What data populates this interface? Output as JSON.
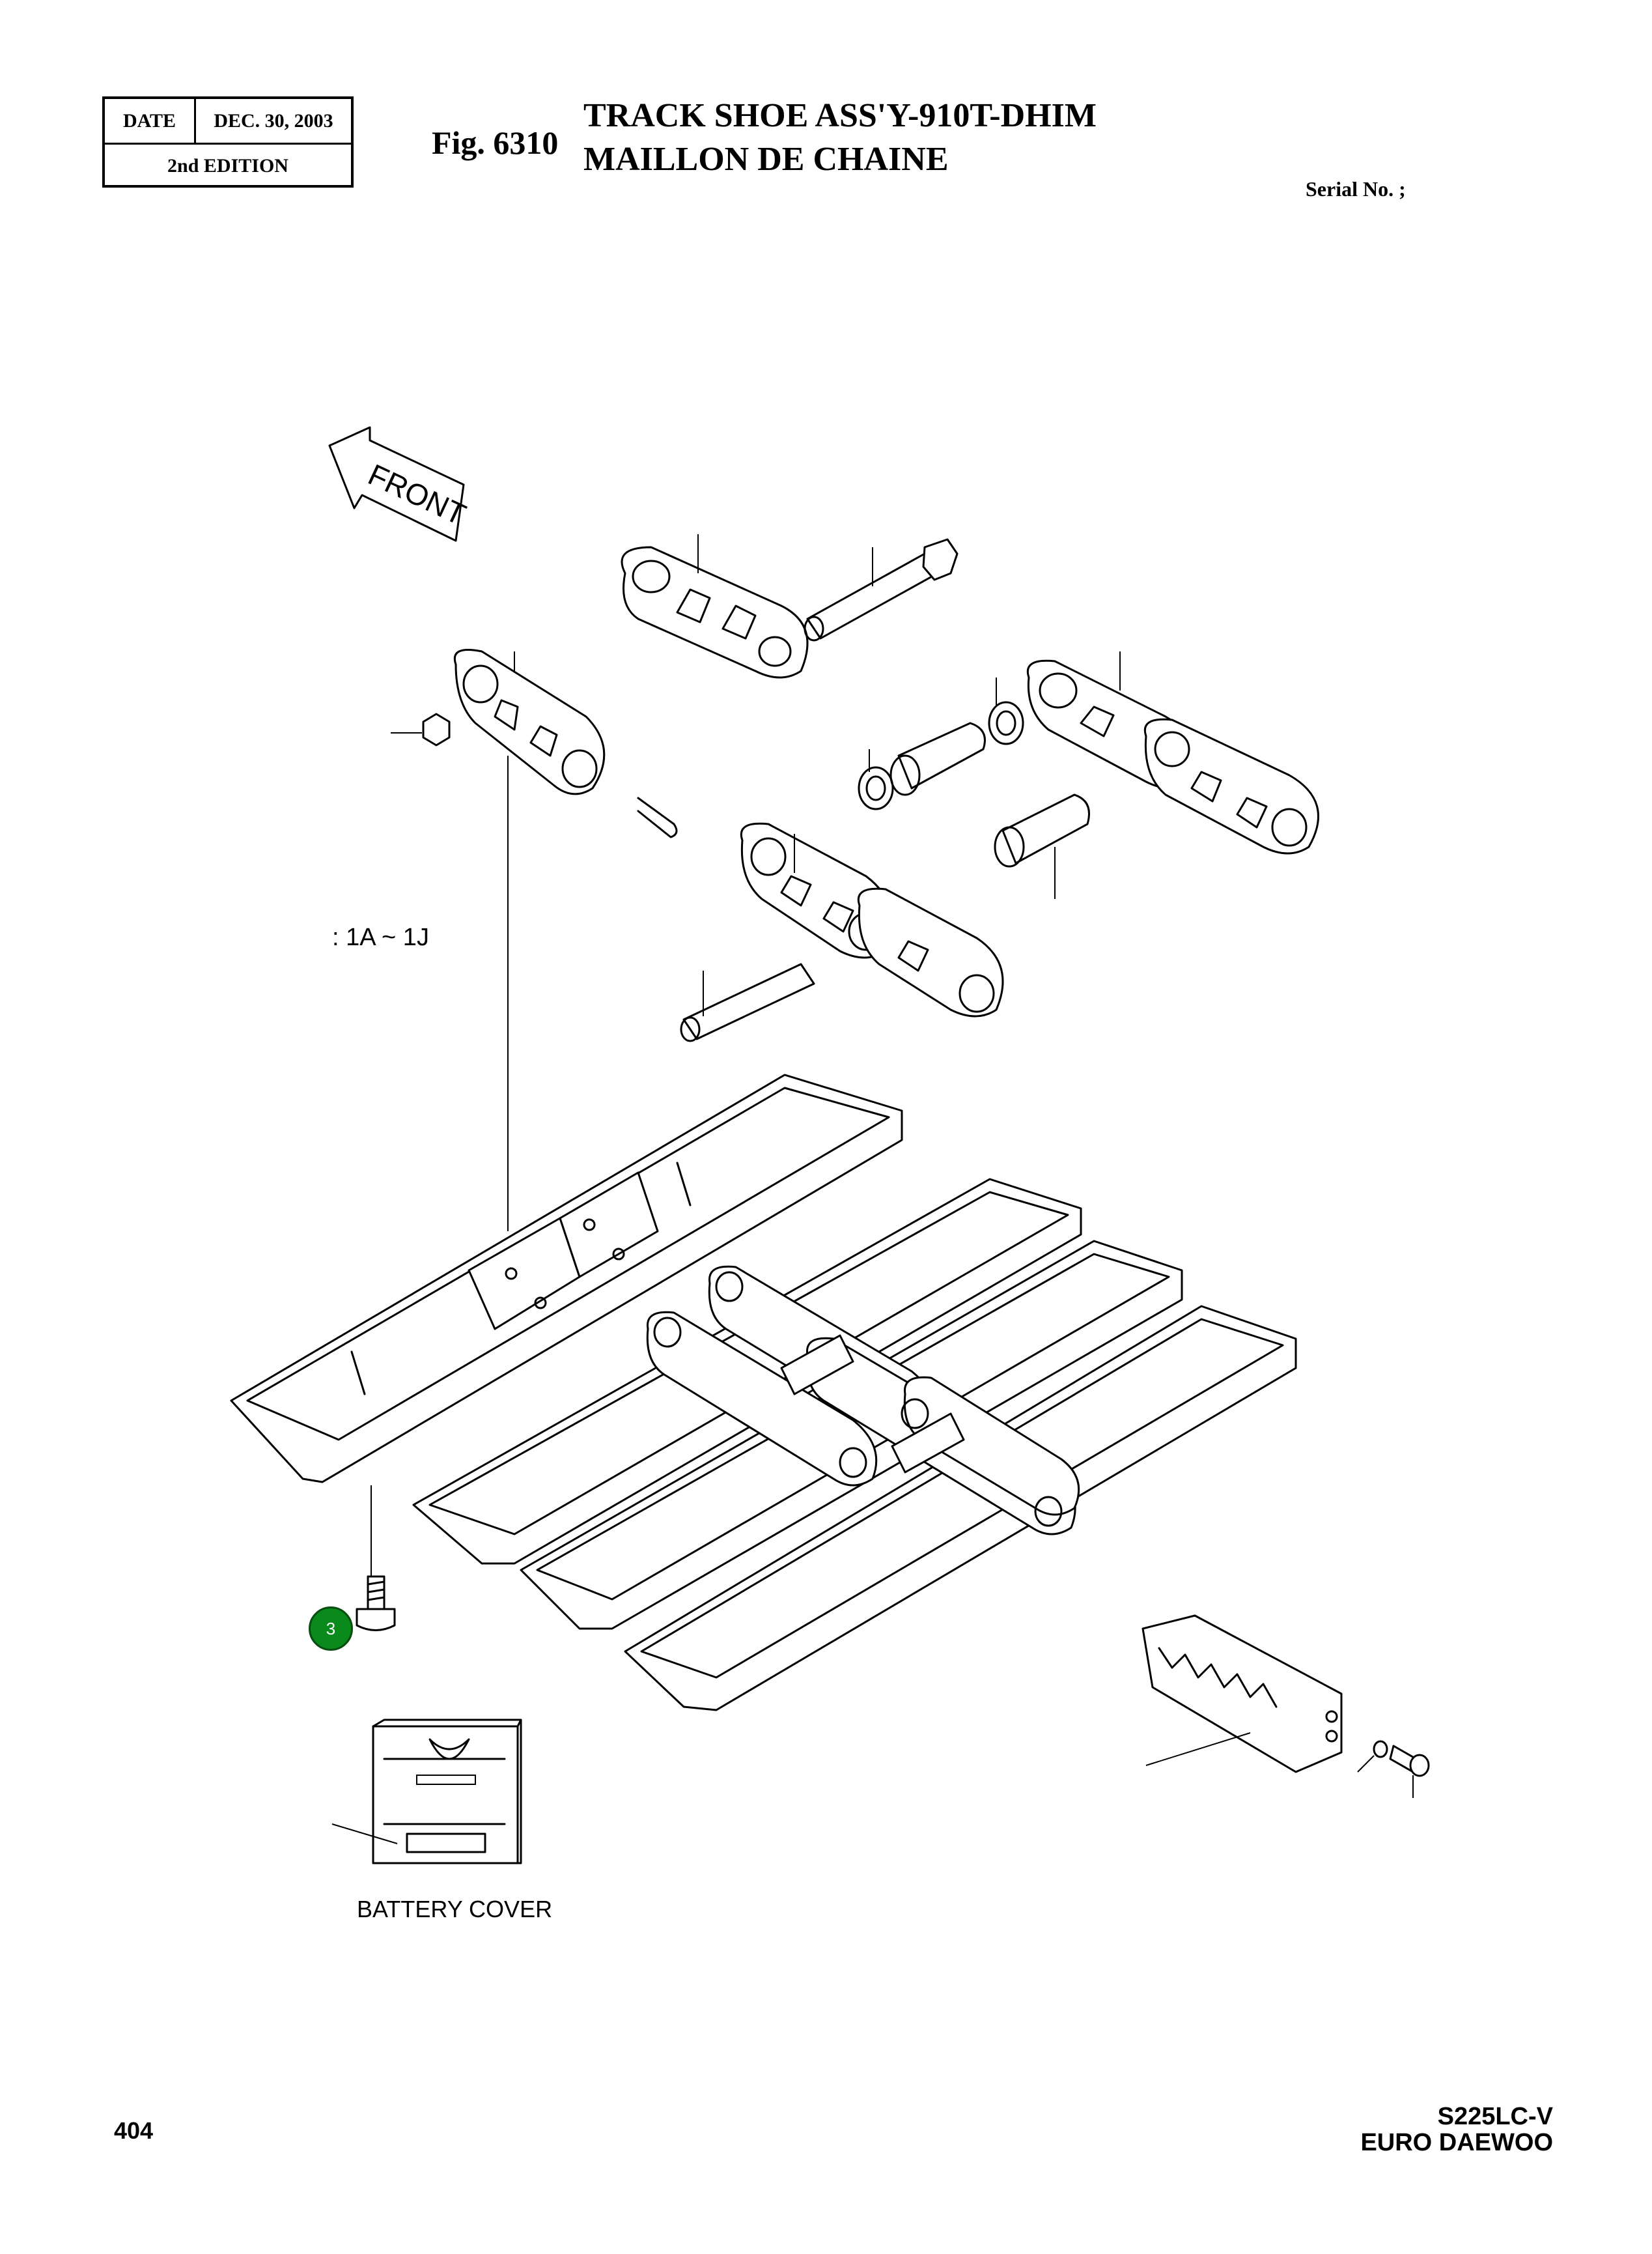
{
  "header": {
    "date_label": "DATE",
    "date_value": "DEC. 30, 2003",
    "edition": "2nd EDITION",
    "fig_number": "Fig. 6310",
    "title_line1": "TRACK SHOE ASS'Y-910T-DHIM",
    "title_line2": "MAILLON DE CHAINE",
    "serial": "Serial No. ;"
  },
  "drawing": {
    "front_label": "FRONT",
    "range_label": ": 1A ~ 1J",
    "callout_number": "3",
    "callout_color": "#0b8a1c",
    "battery_cover_label": "BATTERY COVER"
  },
  "footer": {
    "page_number": "404",
    "model": "S225LC-V",
    "brand": "EURO DAEWOO"
  }
}
